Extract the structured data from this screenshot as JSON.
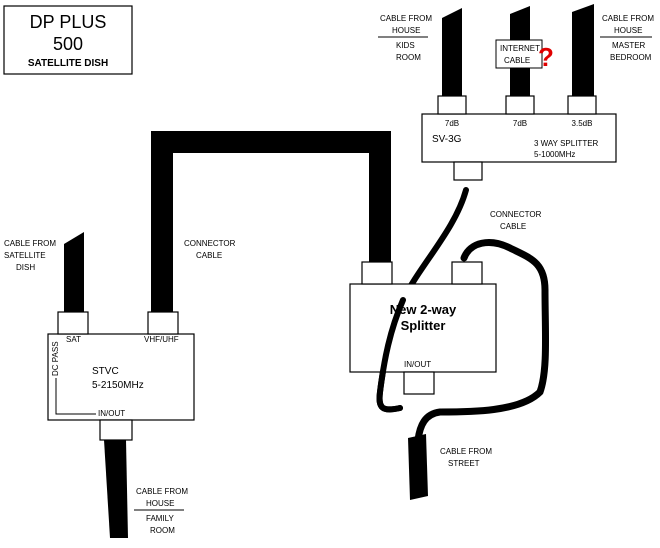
{
  "title_box": {
    "line1": "DP PLUS",
    "line2": "500",
    "line3": "SATELLITE DISH"
  },
  "stvc": {
    "name": "STVC",
    "range": "5-2150MHz",
    "port_sat": "SAT",
    "port_vhf": "VHF/UHF",
    "port_dc": "DC PASS",
    "port_inout": "IN/OUT"
  },
  "splitter3": {
    "model": "SV-3G",
    "type": "3 WAY SPLITTER",
    "range": "5-1000MHz",
    "port1_db": "7dB",
    "port2_db": "7dB",
    "port3_db": "3.5dB"
  },
  "splitter2": {
    "line1": "New 2-way",
    "line2": "Splitter",
    "port_inout": "IN/OUT"
  },
  "labels": {
    "cable_from_satellite": [
      "CABLE FROM",
      "SATELLITE",
      "DISH"
    ],
    "connector_cable_left": [
      "CONNECTOR",
      "CABLE"
    ],
    "connector_cable_right": [
      "CONNECTOR",
      "CABLE"
    ],
    "cable_family": [
      "CABLE FROM",
      "HOUSE",
      "FAMILY",
      "ROOM"
    ],
    "cable_kids": [
      "CABLE FROM",
      "HOUSE",
      "KIDS",
      "ROOM"
    ],
    "cable_master": [
      "CABLE FROM",
      "HOUSE",
      "MASTER",
      "BEDROOM"
    ],
    "internet_cable": [
      "INTERNET",
      "CABLE"
    ],
    "cable_street": [
      "CABLE FROM",
      "STREET"
    ],
    "question_mark": "?"
  },
  "colors": {
    "ink": "#000000",
    "paper": "#ffffff",
    "annotation": "#e00000"
  }
}
